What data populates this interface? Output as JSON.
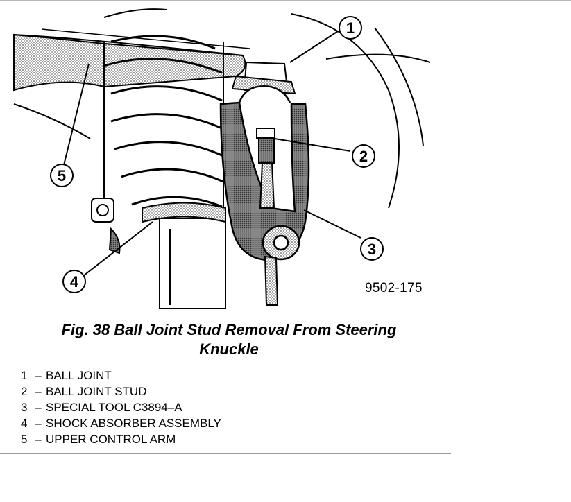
{
  "figure": {
    "callouts": [
      "1",
      "2",
      "3",
      "4",
      "5"
    ],
    "drawing_code": "9502-175"
  },
  "caption": {
    "line1": "Fig. 38 Ball Joint Stud Removal From Steering",
    "line2": "Knuckle"
  },
  "legend": [
    {
      "num": "1",
      "dash": "–",
      "label": "BALL JOINT"
    },
    {
      "num": "2",
      "dash": "–",
      "label": "BALL JOINT STUD"
    },
    {
      "num": "3",
      "dash": "–",
      "label": "SPECIAL TOOL C3894–A"
    },
    {
      "num": "4",
      "dash": "–",
      "label": "SHOCK ABSORBER ASSEMBLY"
    },
    {
      "num": "5",
      "dash": "–",
      "label": "UPPER CONTROL ARM"
    }
  ]
}
